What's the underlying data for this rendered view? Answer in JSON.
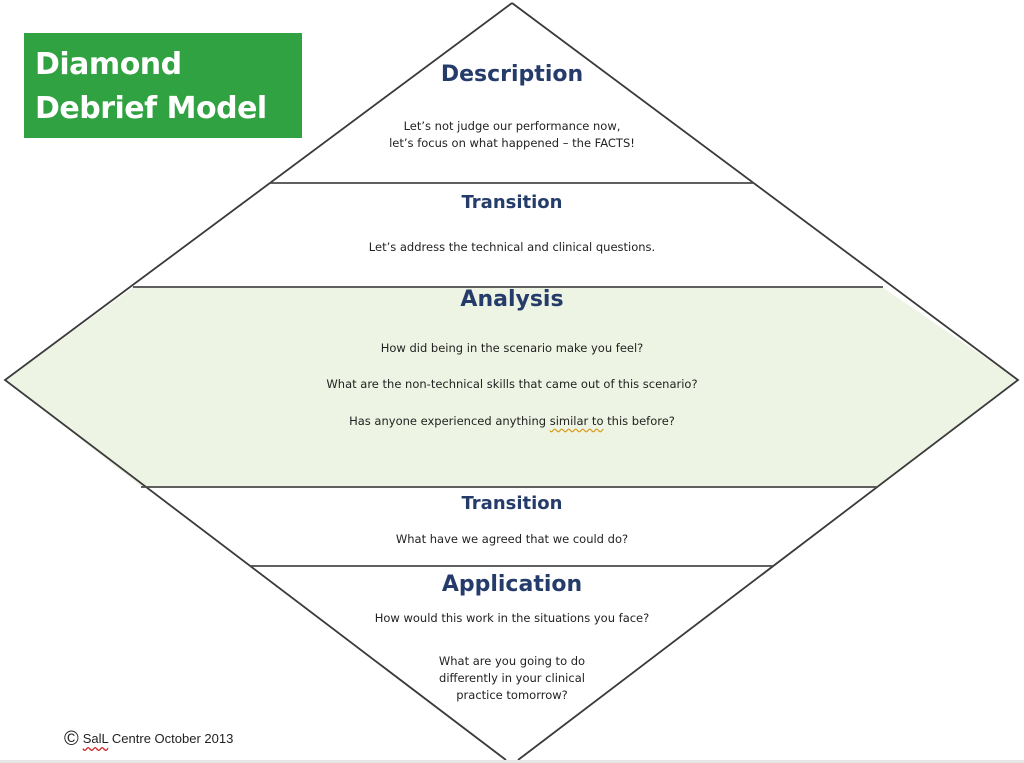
{
  "title": {
    "line1": "Diamond",
    "line2": "Debrief Model",
    "background": "#31a241"
  },
  "colors": {
    "heading": "#253c6b",
    "analysis_fill": "#eef4e3",
    "outline": "#3a3a3a"
  },
  "sections": {
    "description": {
      "heading": "Description",
      "lines": [
        "Let’s not judge our performance now,",
        "let’s focus on what happened – the FACTS!"
      ]
    },
    "transition1": {
      "heading": "Transition",
      "text": "Let’s address the technical and clinical questions."
    },
    "analysis": {
      "heading": "Analysis",
      "questions": [
        "How did being in the scenario make you feel?",
        "What are the non-technical skills that came out of this scenario?",
        {
          "before": "Has anyone experienced anything ",
          "flagged": "similar to",
          "after": " this before?"
        }
      ]
    },
    "transition2": {
      "heading": "Transition",
      "text": "What have we agreed that we could do?"
    },
    "application": {
      "heading": "Application",
      "question1": "How would this work in the situations you face?",
      "question2_lines": [
        "What are you going to do",
        "differently in your clinical",
        "practice tomorrow?"
      ]
    }
  },
  "footer": {
    "copyright_symbol": "©",
    "org_flagged": "SalL",
    "text": " Centre October 2013"
  }
}
